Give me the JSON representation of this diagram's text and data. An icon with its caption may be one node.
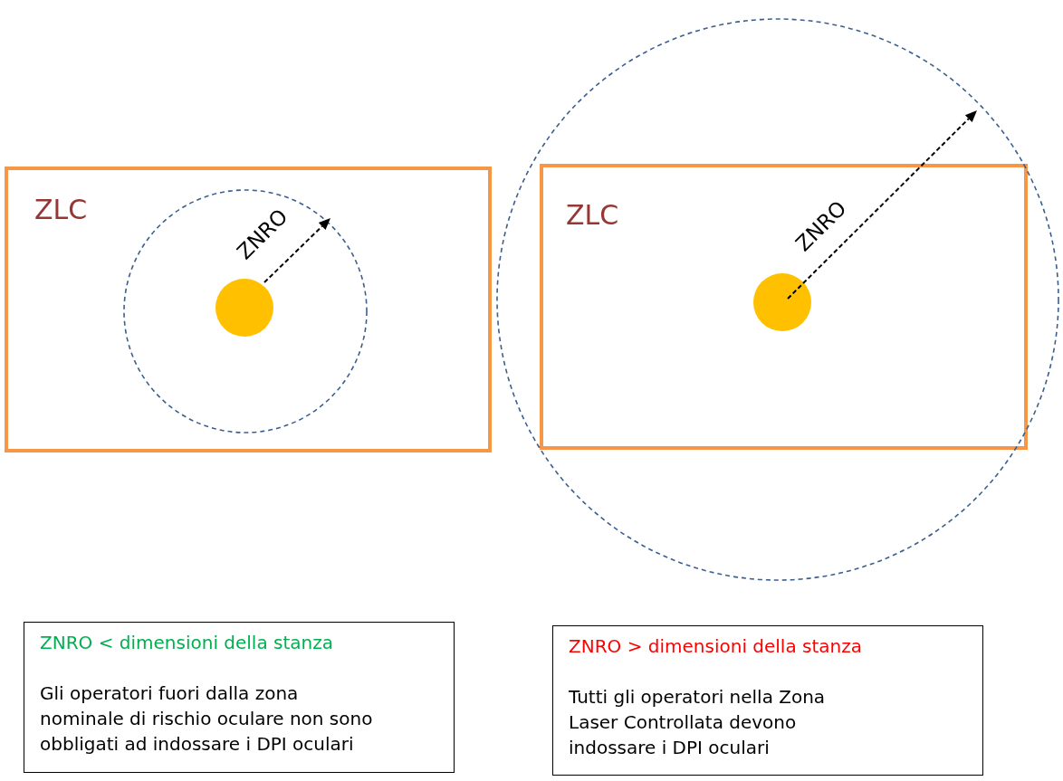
{
  "diagram": {
    "nodes": [
      {
        "text": [
          "ZLC"
        ]
      },
      {
        "text": [
          "ZLC"
        ]
      },
      {
        "text": [
          "ZNRO < dimensioni della stanza",
          "Gli operatori fuori dalla zona nominale di rischio oculare non sono obbligati ad indossare i DPI oculari"
        ]
      },
      {
        "text": [
          "ZNRO > dimensioni della stanza",
          "Tutti gli operatori nella Zona Laser Controllata devono indossare i DPI oculari"
        ]
      }
    ],
    "labels": [
      "ZNRO",
      "ZNRO"
    ]
  }
}
